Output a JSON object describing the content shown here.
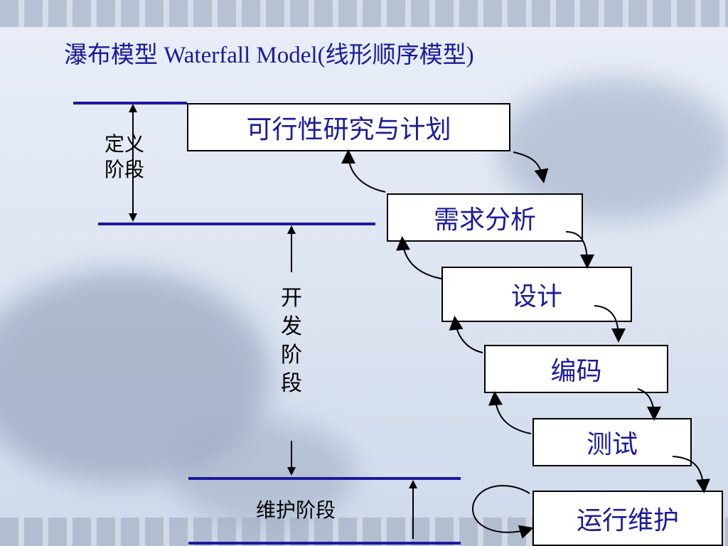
{
  "title": "瀑布模型  Waterfall Model(线形顺序模型)",
  "phases": {
    "definition": [
      "定义",
      "阶段"
    ],
    "development": [
      "开",
      "发",
      "阶",
      "段"
    ],
    "maintenance": "维护阶段"
  },
  "stages": [
    "可行性研究与计划",
    "需求分析",
    "设计",
    "编码",
    "测试",
    "运行维护"
  ],
  "colors": {
    "accent": "#1a1a9c",
    "line": "#000000"
  }
}
